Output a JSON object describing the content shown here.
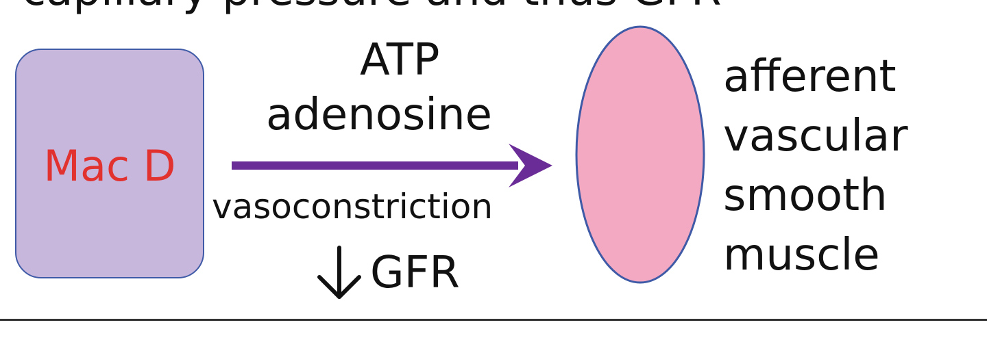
{
  "diagram": {
    "cut_title": "capillary pressure and thus GFR",
    "source_box": {
      "label": "Mac D",
      "fill_color": "#c7b7dd",
      "border_color": "#3f5aa6",
      "label_color": "#e2322f"
    },
    "signal": {
      "top_line_1": "ATP",
      "top_line_2": "adenosine",
      "arrow_color": "#6a2c96",
      "bottom_line_1": "vasoconstriction",
      "bottom_line_2": "GFR",
      "direction_icon": "down-arrow-icon"
    },
    "target": {
      "fill_color": "#f2a9c1",
      "border_color": "#3f5aa6",
      "lines": [
        "afferent",
        "vascular",
        "smooth",
        "muscle"
      ]
    }
  }
}
